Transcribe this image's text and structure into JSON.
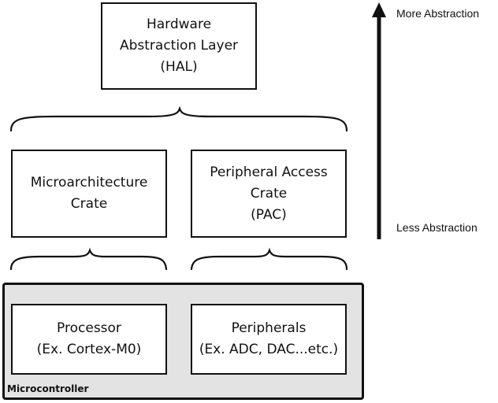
{
  "hal_box": {
    "line1": "Hardware",
    "line2": "Abstraction Layer",
    "line3": "(HAL)"
  },
  "microarch_box": {
    "line1": "Microarchitecture",
    "line2": "Crate"
  },
  "pac_box": {
    "line1": "Peripheral Access",
    "line2": "Crate",
    "line3": "(PAC)"
  },
  "processor_box": {
    "line1": "Processor",
    "line2": "(Ex. Cortex-M0)"
  },
  "peripherals_box": {
    "line1": "Peripherals",
    "line2": "(Ex. ADC, DAC...etc.)"
  },
  "microcontroller": {
    "label": "Microcontroller"
  },
  "axis": {
    "top_label": "More Abstraction",
    "bottom_label": "Less Abstraction"
  },
  "colors": {
    "stroke": "#111111",
    "microcontroller_fill": "#e3e3e3"
  }
}
